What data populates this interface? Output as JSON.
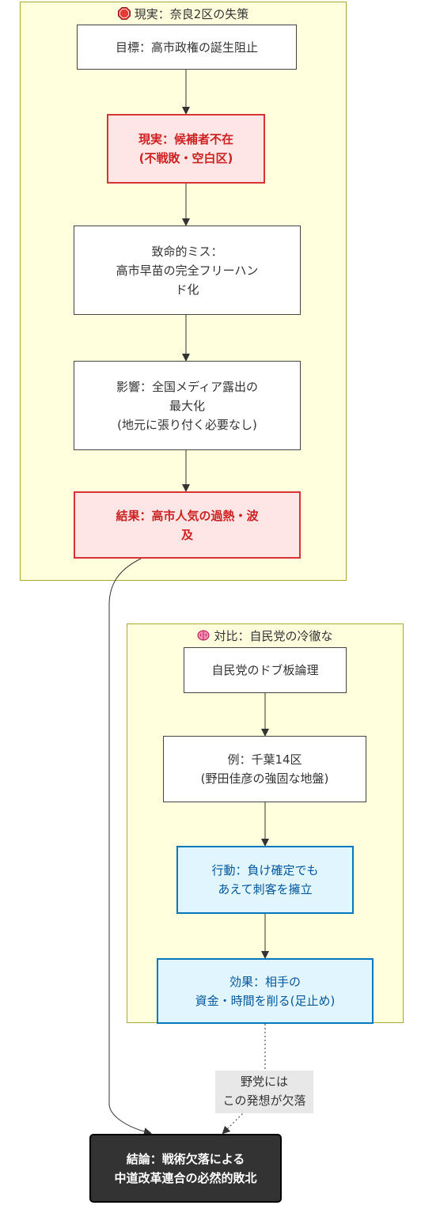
{
  "clusters": {
    "reality": {
      "title": "現実：奈良2区の失策",
      "icon": "red-octagon-icon",
      "nodes": {
        "goal": "目標：高市政権の誕生阻止",
        "reality_line1": "現実：候補者不在",
        "reality_line2": "(不戦敗・空白区)",
        "mistake_line1": "致命的ミス：",
        "mistake_line2": "高市早苗の完全フリーハン",
        "mistake_line3": "ド化",
        "impact_line1": "影響：全国メディア露出の",
        "impact_line2": "最大化",
        "impact_line3": "(地元に張り付く必要なし)",
        "result_line1": "結果：高市人気の過熱・波",
        "result_line2": "及"
      }
    },
    "contrast": {
      "title": "対比：自民党の冷徹な",
      "icon": "brain-icon",
      "nodes": {
        "logic": "自民党のドブ板論理",
        "example_line1": "例：千葉14区",
        "example_line2": "(野田佳彦の強固な地盤)",
        "action_line1": "行動：負け確定でも",
        "action_line2": "あえて刺客を擁立",
        "effect_line1": "効果：相手の",
        "effect_line2": "資金・時間を削る(足止め)"
      }
    }
  },
  "edge_label": {
    "line1": "野党には",
    "line2": "この発想が欠落"
  },
  "conclusion": {
    "line1": "結論：戦術欠落による",
    "line2": "中道改革連合の必然的敗北"
  },
  "colors": {
    "cluster_fill": "#ffffde",
    "cluster_border": "#aaaa33",
    "alert_fill": "#ffe6e6",
    "alert_border": "#d63333",
    "blue_fill": "#e1f5fe",
    "blue_border": "#0277bd",
    "dark_fill": "#333333"
  }
}
